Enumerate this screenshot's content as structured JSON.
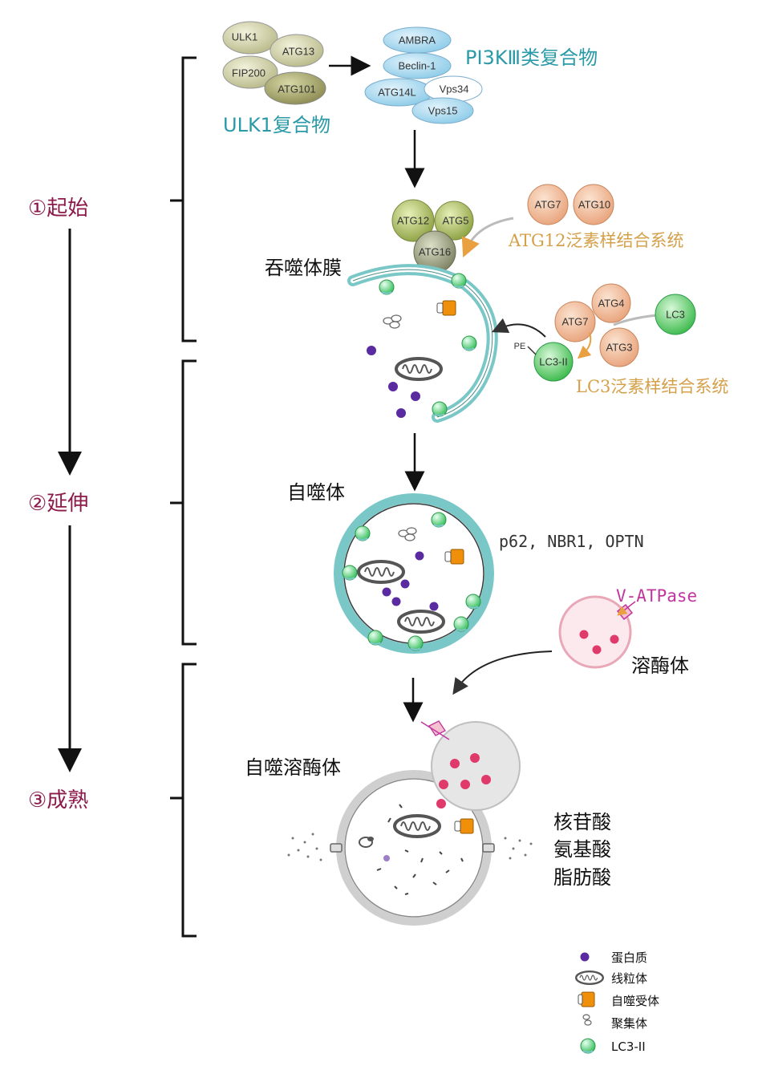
{
  "stages": {
    "initiation": "①起始",
    "elongation": "②延伸",
    "maturation": "③成熟"
  },
  "complexes": {
    "ulk1": {
      "label": "ULK1复合物",
      "proteins": [
        "ULK1",
        "ATG13",
        "FIP200",
        "ATG101"
      ]
    },
    "pi3k": {
      "label": "PI3KⅢ类复合物",
      "proteins": [
        "AMBRA",
        "Beclin-1",
        "ATG14L",
        "Vps34",
        "Vps15"
      ]
    },
    "atg12": {
      "label": "ATG12泛素样结合系统",
      "proteins": [
        "ATG12",
        "ATG5",
        "ATG16",
        "ATG7",
        "ATG10"
      ]
    },
    "lc3": {
      "label": "LC3泛素样结合系统",
      "proteins": [
        "ATG4",
        "ATG7",
        "LC3",
        "ATG3",
        "LC3-II"
      ],
      "pe_label": "PE"
    }
  },
  "structures": {
    "phagophore": "吞噬体膜",
    "autophagosome": "自噬体",
    "receptors": "p62, NBR1, OPTN",
    "vatpase": "V-ATPase",
    "lysosome": "溶酶体",
    "autolysosome": "自噬溶酶体"
  },
  "products": [
    "核苷酸",
    "氨基酸",
    "脂肪酸"
  ],
  "legend": [
    {
      "icon": "protein-dot-icon",
      "label": "蛋白质"
    },
    {
      "icon": "mitochondrion-icon",
      "label": "线粒体"
    },
    {
      "icon": "autophagy-receptor-icon",
      "label": "自噬受体"
    },
    {
      "icon": "aggregate-icon",
      "label": "聚集体"
    },
    {
      "icon": "lc3-ii-icon",
      "label": "LC3-II"
    }
  ],
  "colors": {
    "stage_text": "#8b1a4a",
    "teal_text": "#2a9aa8",
    "orange_text": "#d4a04a",
    "magenta_text": "#c0369e",
    "protein_purple": "#5a2aa0",
    "lc3_green": "#3cc060",
    "receptor_orange": "#f0900a",
    "lysosome_pink": "#e03a6a",
    "membrane_teal": "#7ac7c7",
    "membrane_gray": "#bfbfbf"
  }
}
